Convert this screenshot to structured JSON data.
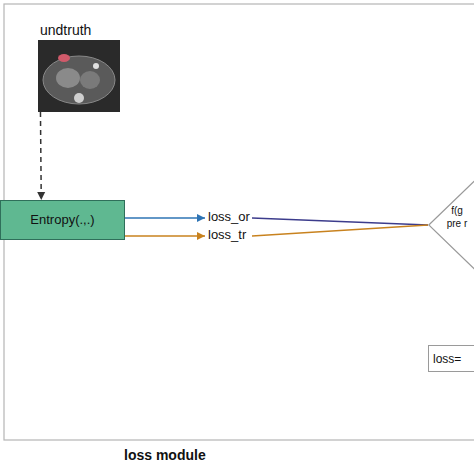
{
  "diagram": {
    "nodes": [
      {
        "text": [
          "undtruth"
        ]
      },
      {
        "text": [
          "Entropy(.,.)"
        ]
      },
      {
        "text": [
          "f(g pre r"
        ]
      },
      {
        "text": [
          "loss="
        ]
      }
    ],
    "edges": [
      {
        "from": 0,
        "to": 1,
        "arrow": "to"
      },
      {
        "from": 1,
        "to": 2,
        "label": "loss_or",
        "arrow": "to"
      },
      {
        "from": 1,
        "to": 2,
        "label": "loss_tr",
        "arrow": "to"
      }
    ],
    "labels": [
      "loss module"
    ]
  }
}
